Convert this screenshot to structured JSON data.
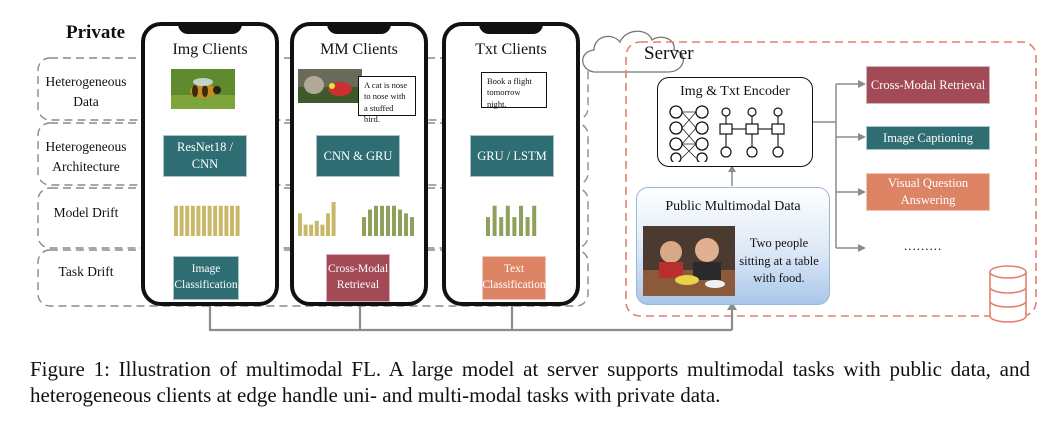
{
  "private": {
    "title": "Private",
    "rows": [
      "Heterogeneous Data",
      "Heterogeneous Architecture",
      "Model Drift",
      "Task Drift"
    ]
  },
  "clients": [
    {
      "title": "Img Clients",
      "arch": "ResNet18 / CNN",
      "task": "Image Classification",
      "drift": [
        8,
        8,
        8,
        8,
        8,
        8,
        8,
        8,
        8,
        8,
        8,
        8
      ]
    },
    {
      "title": "MM Clients",
      "caption": "A cat is nose to nose with a stuffed bird.",
      "arch": "CNN & GRU",
      "task": "Cross-Modal Retrieval",
      "drift_a": [
        6,
        3,
        3,
        4,
        3,
        6,
        9
      ],
      "drift_b": [
        5,
        7,
        8,
        8,
        8,
        8,
        7,
        6,
        5
      ]
    },
    {
      "title": "Txt Clients",
      "caption": "Book a flight tomorrow night.",
      "arch": "GRU / LSTM",
      "task": "Text Classification",
      "drift": [
        5,
        8,
        5,
        8,
        5,
        8,
        5,
        8
      ]
    }
  ],
  "server": {
    "title": "Server",
    "encoder_title": "Img & Txt Encoder",
    "public_title": "Public Multimodal Data",
    "public_caption": "Two people sitting at a table with food.",
    "tasks": [
      "Cross-Modal Retrieval",
      "Image Captioning",
      "Visual Question Answering",
      "........."
    ]
  },
  "figure_caption": "Figure 1: Illustration of multimodal FL. A large model at server supports multimodal tasks with public data, and heterogeneous clients at edge handle uni- and multi-modal tasks with private data.",
  "colors": {
    "teal": "#2e6e72",
    "maroon": "#a34a57",
    "orange": "#dd8465",
    "bar": "#c9b86a",
    "green_bar": "#8fa05c",
    "server_dash": "#e0826a"
  }
}
